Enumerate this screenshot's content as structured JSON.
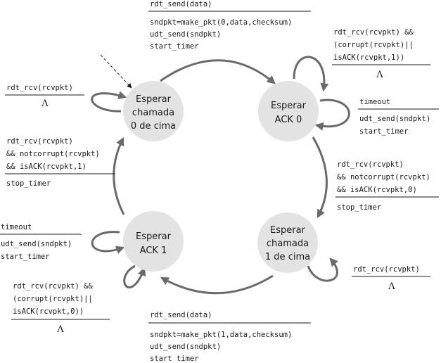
{
  "states": {
    "wait_call_0": [
      "Esperar",
      "chamada",
      "0 de cima"
    ],
    "wait_ack_0": [
      "Esperar",
      "ACK 0"
    ],
    "wait_call_1": [
      "Esperar",
      "chamada",
      "1 de cima"
    ],
    "wait_ack_1": [
      "Esperar",
      "ACK 1"
    ]
  },
  "transitions": {
    "send_0": {
      "event": "rdt_send(data)",
      "actions": [
        "sndpkt=make_pkt(0,data,checksum)",
        "udt_send(sndpkt)",
        "start_timer"
      ]
    },
    "corrupt_ack0": {
      "event": [
        "rdt_rcv(rcvpkt) &&",
        "(corrupt(rcvpkt)||",
        "isACK(rcvpkt,1))"
      ],
      "action": "Λ"
    },
    "timeout_0": {
      "event": "timeout",
      "actions": [
        "udt_send(sndpkt)",
        "start_timer"
      ]
    },
    "ack_0_ok": {
      "event": [
        "rdt_rcv(rcvpkt)",
        "&& notcorrupt(rcvpkt)",
        "&& isACK(rcvpkt,0)"
      ],
      "action": "stop_timer"
    },
    "idle_rcv_1": {
      "event": "rdt_rcv(rcvpkt)",
      "action": "Λ"
    },
    "send_1": {
      "event": "rdt_send(data)",
      "actions": [
        "sndpkt=make_pkt(1,data,checksum)",
        "udt_send(sndpkt)",
        "start timer"
      ]
    },
    "corrupt_ack1": {
      "event": [
        "rdt_rcv(rcvpkt) &&",
        "(corrupt(rcvpkt)||",
        "isACK(rcvpkt,0))"
      ],
      "action": "Λ"
    },
    "timeout_1": {
      "event": "timeout",
      "actions": [
        "udt_send(sndpkt)",
        "start_timer"
      ]
    },
    "ack_1_ok": {
      "event": [
        "rdt_rcv(rcvpkt)",
        "&& notcorrupt(rcvpkt)",
        "&& isACK(rcvpkt,1)"
      ],
      "action": "stop_timer"
    },
    "idle_rcv_0": {
      "event": "rdt_rcv(rcvpkt)",
      "action": "Λ"
    }
  }
}
